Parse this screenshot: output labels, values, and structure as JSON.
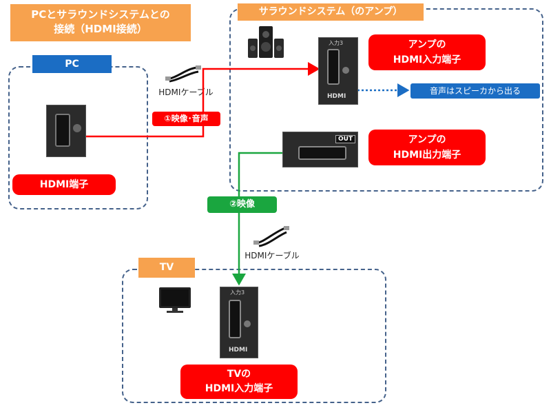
{
  "title": {
    "line1": "PCとサラウンドシステムとの",
    "line2": "接続（HDMI接続）"
  },
  "surround_header": "サラウンドシステム（のアンプ）",
  "pc_label": "PC",
  "tv_label": "TV",
  "pc_port_label": "HDMI端子",
  "amp_in_label": {
    "line1": "アンプの",
    "line2": "HDMI入力端子"
  },
  "amp_out_label": {
    "line1": "アンプの",
    "line2": "HDMI出力端子"
  },
  "tv_port_label": {
    "line1": "TVの",
    "line2": "HDMI入力端子"
  },
  "sound_note": "音声はスピーカから出る",
  "cable1_label": "HDMIケーブル",
  "cable2_label": "HDMIケーブル",
  "signal1": "①映像･音声",
  "signal2": "②映像",
  "port_text": {
    "input": "入力3",
    "hdmi": "HDMI",
    "out": "OUT"
  },
  "colors": {
    "accent_orange": "#f7a24e",
    "pc_blue": "#1b6dc4",
    "label_red": "#ff0000",
    "video_green": "#1aa63f",
    "note_blue": "#1b6dc4",
    "dash": "#44618a"
  }
}
